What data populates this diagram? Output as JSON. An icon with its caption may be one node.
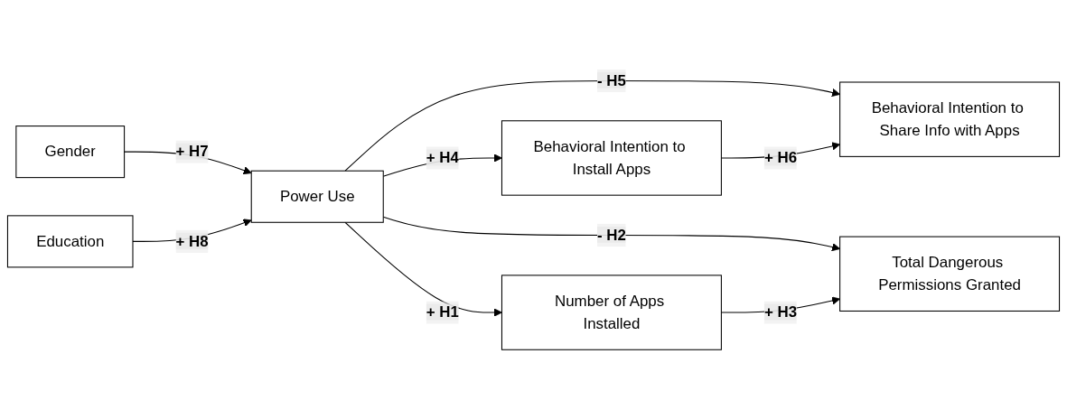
{
  "diagram": {
    "nodes": [
      {
        "text": [
          "Gender"
        ]
      },
      {
        "text": [
          "Education"
        ]
      },
      {
        "text": [
          "Power Use"
        ]
      },
      {
        "text": [
          "Behavioral Intention to Install Apps"
        ]
      },
      {
        "text": [
          "Behavioral Intention to Share Info with Apps"
        ]
      },
      {
        "text": [
          "Number of Apps Installed"
        ]
      },
      {
        "text": [
          "Total Dangerous Permissions Granted"
        ]
      }
    ],
    "edges": [
      {
        "from": 0,
        "to": 2,
        "arrow": "to",
        "label": "+ H7"
      },
      {
        "from": 1,
        "to": 2,
        "arrow": "to",
        "label": "+ H8"
      },
      {
        "from": 2,
        "to": 3,
        "arrow": "to",
        "label": "+ H4"
      },
      {
        "from": 2,
        "to": 4,
        "arrow": "to",
        "label": "- H5"
      },
      {
        "from": 2,
        "to": 6,
        "arrow": "to",
        "label": "- H2"
      },
      {
        "from": 2,
        "to": 5,
        "arrow": "to",
        "label": "+ H1"
      },
      {
        "from": 3,
        "to": 4,
        "arrow": "to",
        "label": "+ H6"
      },
      {
        "from": 5,
        "to": 6,
        "arrow": "to",
        "label": "+ H3"
      }
    ]
  }
}
